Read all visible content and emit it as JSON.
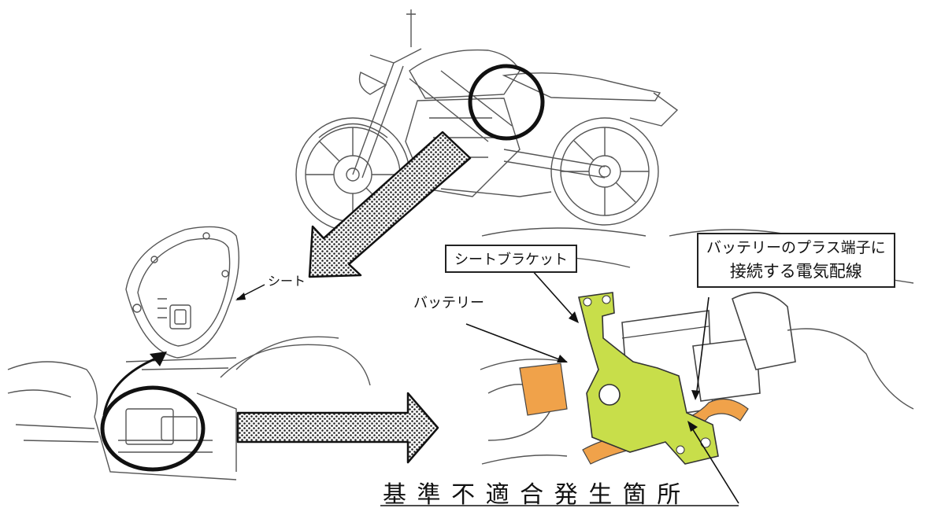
{
  "labels": {
    "seat": "シート",
    "seat_bracket": "シートブラケット",
    "battery": "バッテリー",
    "wiring": "バッテリーのプラス端子に\n接続する電気配線",
    "wiring_line1": "バッテリーのプラス端子に",
    "wiring_line2": "接続する電気配線",
    "defect_location": "基 準 不 適 合 発 生 箇 所"
  },
  "colors": {
    "highlight_bracket": "#c8de4a",
    "highlight_wire": "#f0a24a",
    "line": "#444444"
  }
}
